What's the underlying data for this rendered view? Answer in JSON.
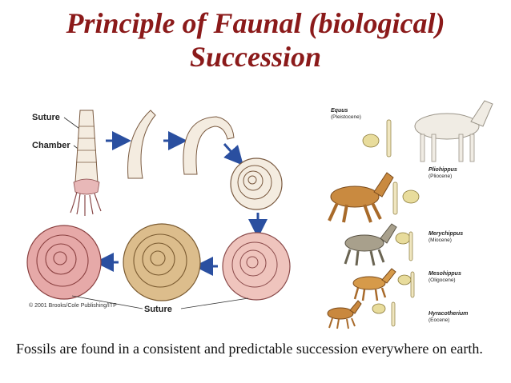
{
  "slide": {
    "title_line1": "Principle of Faunal (biological)",
    "title_line2": "Succession",
    "caption": "Fossils are found in a consistent and predictable succession everywhere on earth."
  },
  "ammonite_figure": {
    "label_suture_top": "Suture",
    "label_chamber": "Chamber",
    "label_suture_bottom": "Suture",
    "copyright": "© 2001 Brooks/Cole Publishing/ITP"
  },
  "horse_figure": {
    "stages": [
      {
        "genus": "Equus",
        "epoch": "(Pleistocene)"
      },
      {
        "genus": "Pliohippus",
        "epoch": "(Pliocene)"
      },
      {
        "genus": "Merychippus",
        "epoch": "(Miocene)"
      },
      {
        "genus": "Mesohippus",
        "epoch": "(Oligocene)"
      },
      {
        "genus": "Hyracotherium",
        "epoch": "(Eocene)"
      }
    ]
  },
  "colors": {
    "title": "#8b1a1a",
    "arrow": "#2a4fa0",
    "shell_pink": "#e9b3ae",
    "shell_tan": "#d9b885",
    "horse_brown": "#c07a35"
  }
}
